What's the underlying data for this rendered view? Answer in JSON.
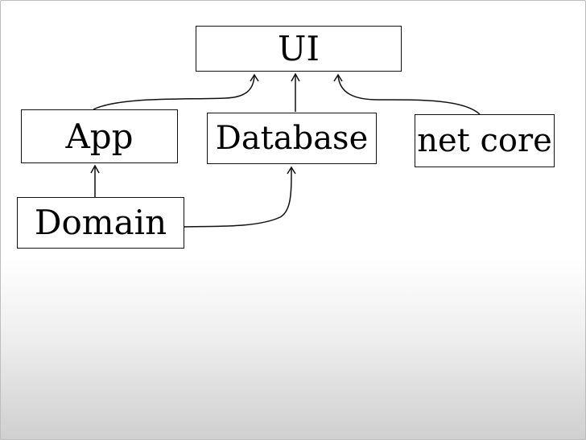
{
  "nodes": {
    "ui": "UI",
    "app": "App",
    "database": "Database",
    "net_core": "net core",
    "domain": "Domain"
  },
  "edges": [
    {
      "from": "App",
      "to": "UI"
    },
    {
      "from": "Database",
      "to": "UI"
    },
    {
      "from": "net core",
      "to": "UI"
    },
    {
      "from": "Domain",
      "to": "App"
    },
    {
      "from": "Domain",
      "to": "Database"
    }
  ],
  "colors": {
    "stroke": "#111111",
    "box_fill": "#ffffff"
  }
}
